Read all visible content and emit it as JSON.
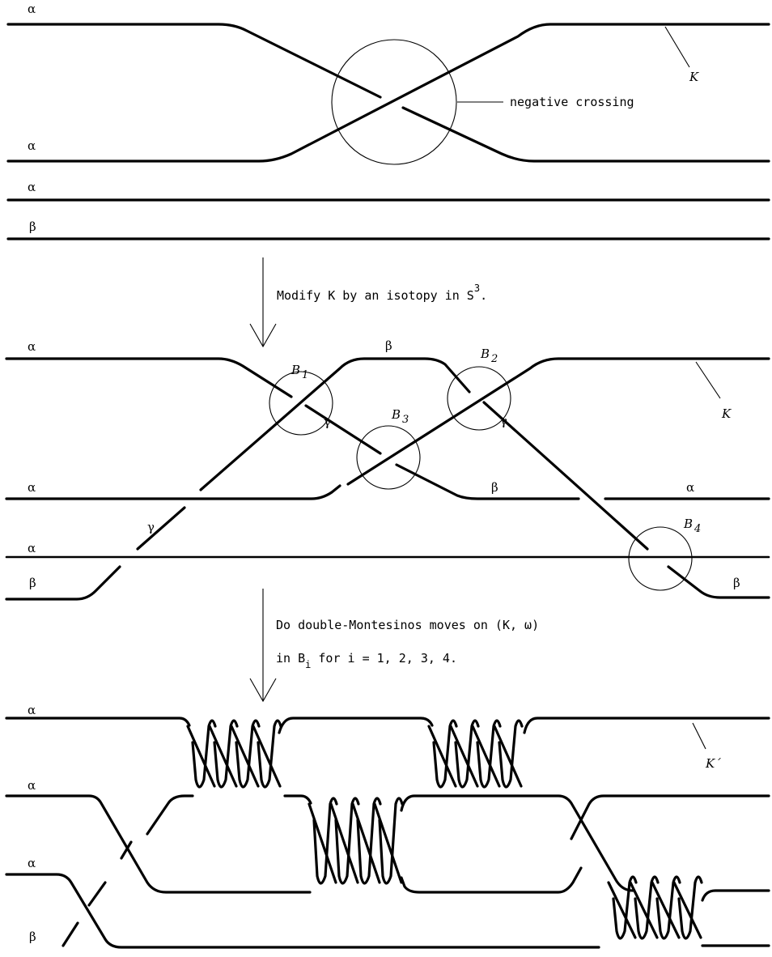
{
  "panel1": {
    "labels": [
      "α",
      "α",
      "α",
      "β"
    ],
    "knot_label": "K",
    "crossing_note": "negative crossing"
  },
  "step1": {
    "text": "Modify  K  by an isotopy in  S",
    "sup": "3",
    "period": "."
  },
  "panel2": {
    "left_labels": [
      "α",
      "α",
      "α",
      "β"
    ],
    "top_beta": "β",
    "mid_beta": "β",
    "mid_alpha_right": "α",
    "bottom_beta_right": "β",
    "gammas": [
      "γ",
      "γ",
      "γ"
    ],
    "balls": [
      {
        "letter": "B",
        "index": "1"
      },
      {
        "letter": "B",
        "index": "2"
      },
      {
        "letter": "B",
        "index": "3"
      },
      {
        "letter": "B",
        "index": "4"
      }
    ],
    "knot_label": "K"
  },
  "step2": {
    "line1": "Do double-Montesinos moves on  (K, ω)",
    "line2_a": "in  B",
    "line2_sub": "i",
    "line2_b": "  for i = 1, 2, 3, 4."
  },
  "panel3": {
    "labels": [
      "α",
      "α",
      "α",
      "β"
    ],
    "knot_label": "K´"
  }
}
